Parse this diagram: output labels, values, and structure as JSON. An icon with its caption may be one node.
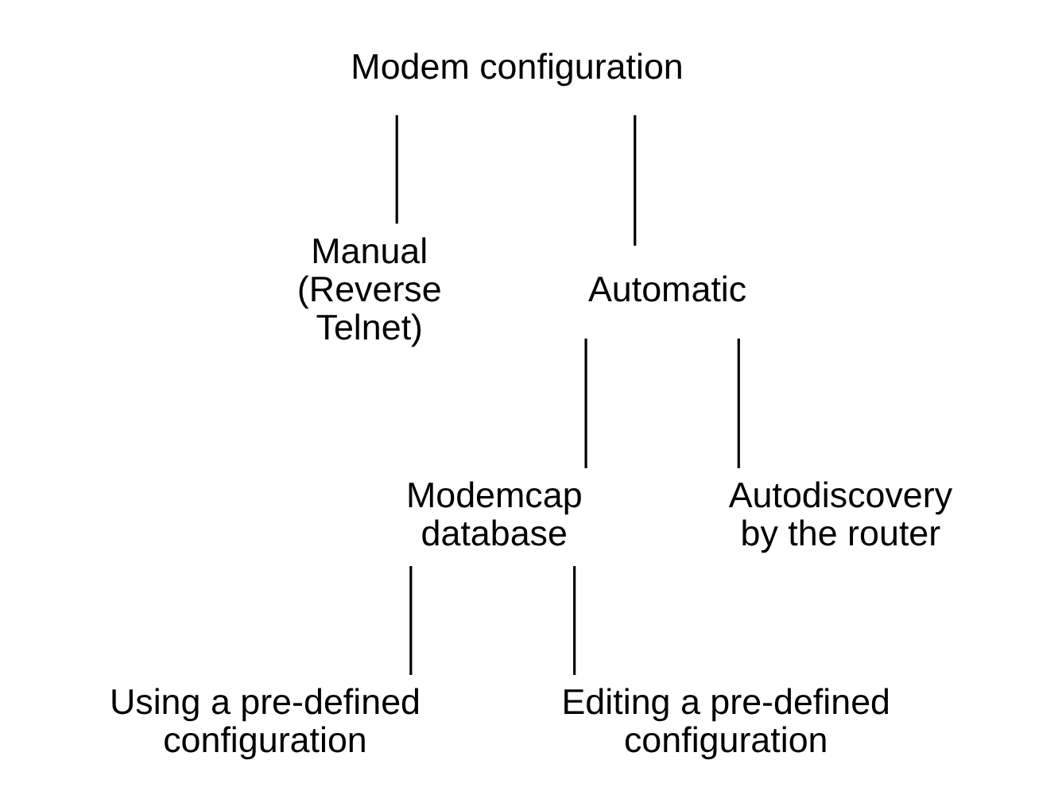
{
  "diagram": {
    "nodes": [
      {
        "text": [
          "Modem configuration"
        ]
      },
      {
        "text": [
          "Manual (Reverse Telnet)"
        ]
      },
      {
        "text": [
          "Automatic"
        ]
      },
      {
        "text": [
          "Modemcap database"
        ]
      },
      {
        "text": [
          "Autodiscovery by the router"
        ]
      },
      {
        "text": [
          "Using a pre-defined configuration"
        ]
      },
      {
        "text": [
          "Editing a pre-defined configuration"
        ]
      }
    ],
    "edges": [
      {
        "from": 0,
        "to": 1,
        "arrow": "none"
      },
      {
        "from": 0,
        "to": 2,
        "arrow": "none"
      },
      {
        "from": 2,
        "to": 3,
        "arrow": "none"
      },
      {
        "from": 2,
        "to": 4,
        "arrow": "none"
      },
      {
        "from": 3,
        "to": 5,
        "arrow": "none"
      },
      {
        "from": 3,
        "to": 6,
        "arrow": "none"
      }
    ]
  }
}
